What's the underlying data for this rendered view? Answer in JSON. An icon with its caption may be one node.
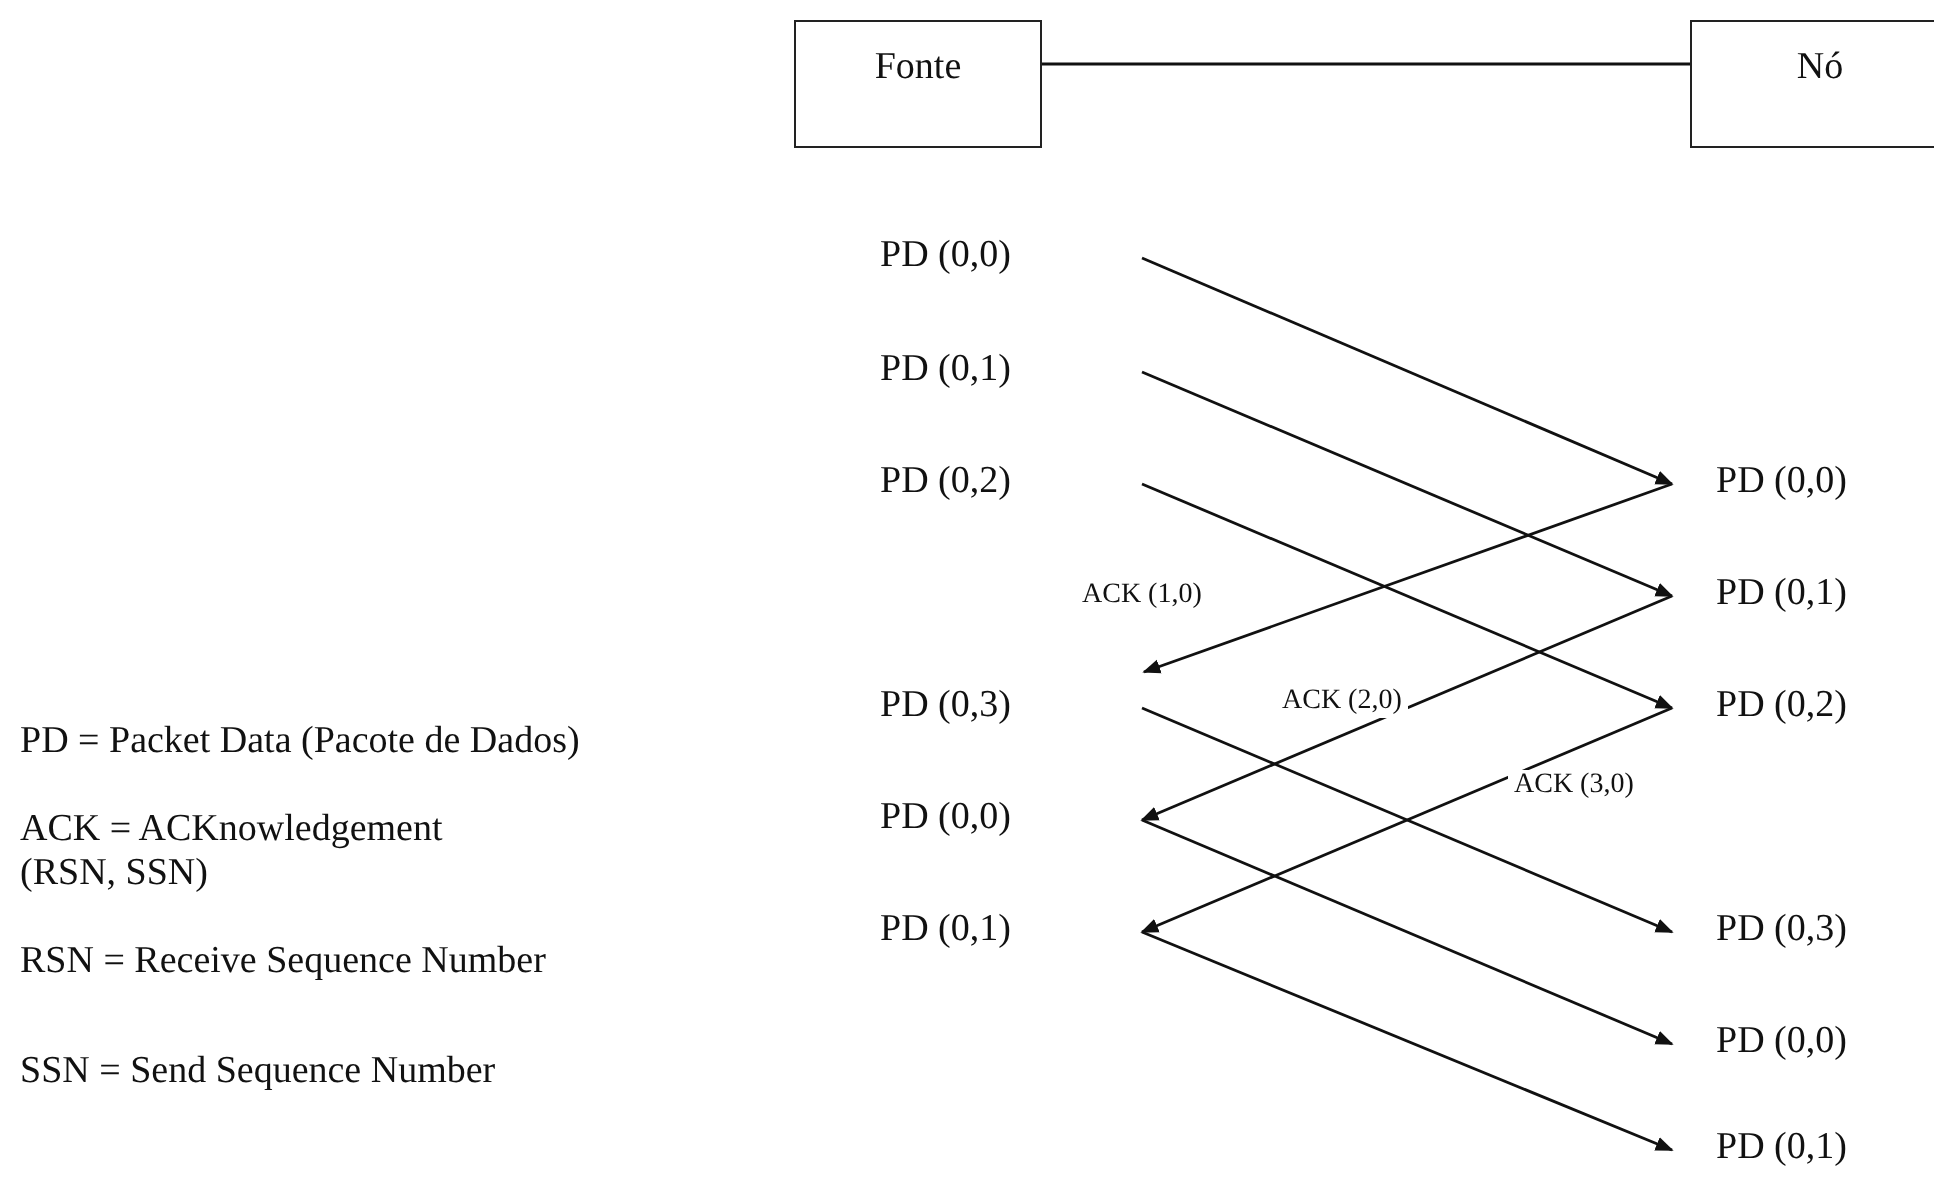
{
  "diagram": {
    "nodes": [
      {
        "text": [
          "Fonte"
        ]
      },
      {
        "text": [
          "Nó"
        ]
      },
      {
        "text": [
          "PD (0,0)"
        ]
      },
      {
        "text": [
          "PD (0,1)"
        ]
      },
      {
        "text": [
          "PD (0,2)"
        ]
      },
      {
        "text": [
          "PD (0,3)"
        ]
      },
      {
        "text": [
          "PD (0,0)"
        ]
      },
      {
        "text": [
          "PD (0,1)"
        ]
      },
      {
        "text": [
          "PD (0,0)"
        ]
      },
      {
        "text": [
          "PD (0,1)"
        ]
      },
      {
        "text": [
          "PD (0,2)"
        ]
      },
      {
        "text": [
          "PD (0,3)"
        ]
      },
      {
        "text": [
          "PD (0,0)"
        ]
      },
      {
        "text": [
          "PD (0,1)"
        ]
      }
    ],
    "edges": [
      {
        "from": 0,
        "to": 1,
        "arrow": "none"
      },
      {
        "from": 2,
        "to": 8,
        "arrow": "to"
      },
      {
        "from": 3,
        "to": 9,
        "arrow": "to"
      },
      {
        "from": 4,
        "to": 10,
        "arrow": "to"
      },
      {
        "from": 8,
        "to": null,
        "arrow": "to",
        "label": "ACK (1,0)"
      },
      {
        "from": 9,
        "to": 6,
        "arrow": "to",
        "label": "ACK (2,0)"
      },
      {
        "from": 10,
        "to": 7,
        "arrow": "to",
        "label": "ACK (3,0)"
      },
      {
        "from": 5,
        "to": 11,
        "arrow": "to"
      },
      {
        "from": 6,
        "to": 12,
        "arrow": "to"
      },
      {
        "from": 7,
        "to": 13,
        "arrow": "to"
      }
    ],
    "labels": [
      "PD = Packet Data (Pacote de Dados)",
      "ACK = ACKnowledgement (RSN, SSN)",
      "RSN = Receive Sequence Number",
      "SSN = Send Sequence Number"
    ]
  }
}
